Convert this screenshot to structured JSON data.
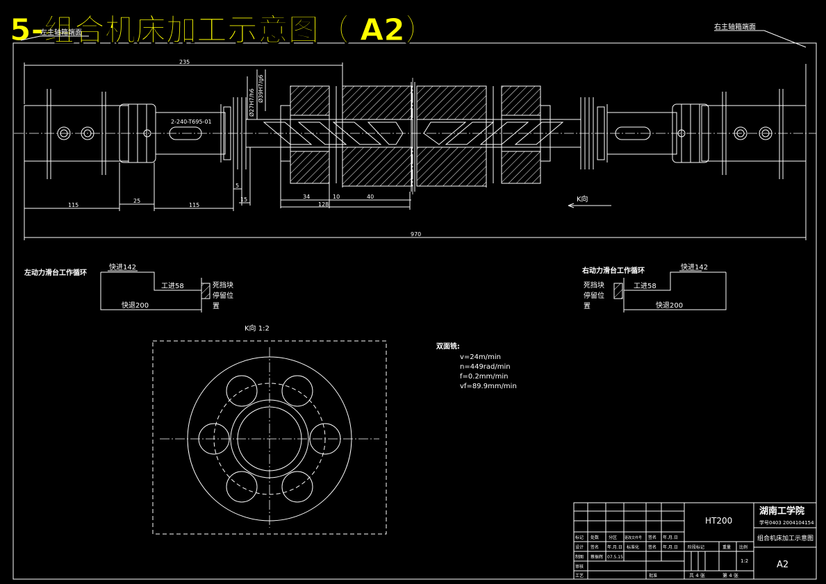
{
  "title": "5-组合机床加工示意图（ A2）",
  "title_overlap": "左主轴箱端面",
  "right_spindle_label": "右主轴箱端面",
  "dims": {
    "d235": "235",
    "d970": "970",
    "d115a": "115",
    "d25": "25",
    "d115b": "115",
    "d5": "5",
    "d15": "15",
    "d34": "34",
    "d128": "128",
    "d10": "10",
    "d40": "40"
  },
  "tolerance_a": "Ø27H7/h6",
  "tolerance_b": "Ø39H7/g6",
  "part_code": "2-240-T695-01",
  "k_view_arrow": "K向",
  "left_cycle": {
    "title": "左动力滑台工作循环",
    "fast_in": "快进142",
    "work": "工进58",
    "fast_back": "快退200",
    "stop_l1": "死挡块",
    "stop_l2": "停留位",
    "stop_l3": "置"
  },
  "right_cycle": {
    "title": "右动力滑台工作循环",
    "fast_in": "快进142",
    "work": "工进58",
    "fast_back": "快退200",
    "stop_l1": "死挡块",
    "stop_l2": "停留位",
    "stop_l3": "置"
  },
  "k_view_title": "K向 1:2",
  "params": {
    "heading": "双面铣:",
    "v": "v=24m/min",
    "n": "n=449rad/min",
    "f": "f=0.2mm/min",
    "vf": "vf=89.9mm/min"
  },
  "title_block": {
    "material": "HT200",
    "school": "湖南工学院",
    "student_id": "学号0403 2004104154",
    "drawing_name": "组合机床加工示意图",
    "drawing_no": "A2",
    "h_mark": "标记",
    "h_count": "处数",
    "h_zone": "分区",
    "h_docno": "更改文件号",
    "h_sign": "签名",
    "h_date": "年.月.日",
    "r_design": "设计",
    "r_std": "标准化",
    "r_draw": "制图",
    "r_check": "审核",
    "r_process": "工艺",
    "r_approve": "批准",
    "sign_design": "签名",
    "date_design": "年.月.日",
    "name_draw": "蔡振辉",
    "date_draw": "07.5.15",
    "stage_mark": "阶段标记",
    "weight": "重量",
    "scale": "比例",
    "scale_val": "1:2",
    "total_sheets": "共 4 张",
    "sheet_no": "第 4 张"
  }
}
